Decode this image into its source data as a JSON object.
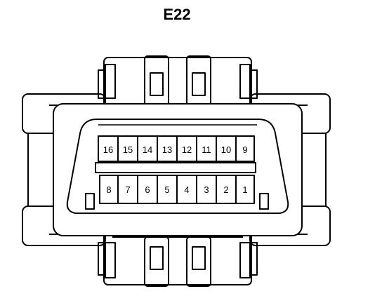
{
  "connector": {
    "title": "E22",
    "top_row_pins": [
      "16",
      "15",
      "14",
      "13",
      "12",
      "11",
      "10",
      "9"
    ],
    "bottom_row_pins": [
      "8",
      "7",
      "6",
      "5",
      "4",
      "3",
      "2",
      "1"
    ]
  }
}
